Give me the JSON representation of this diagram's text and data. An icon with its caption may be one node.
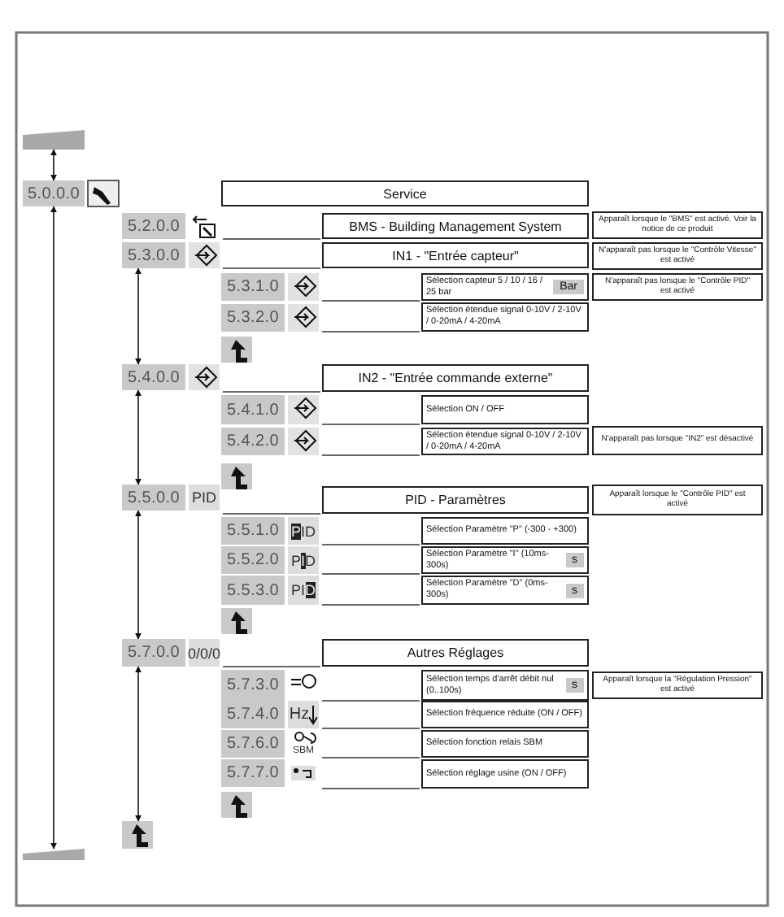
{
  "diagram": {
    "nodes": [
      {
        "text": [],
        "shape": "bar"
      },
      {
        "text": [
          "5.0.0.0"
        ]
      },
      {
        "text": [
          "Service"
        ]
      },
      {
        "text": [
          "5.2.0.0"
        ]
      },
      {
        "text": [
          "BMS - Building Management System"
        ]
      },
      {
        "text": [
          "Apparaît lorsque le \"BMS\" est activé. Voir la notice de ce produit"
        ]
      },
      {
        "text": [
          "5.3.0.0"
        ]
      },
      {
        "text": [
          "IN1 - \"Entrée capteur\""
        ]
      },
      {
        "text": [
          "N'apparaît pas lorsque le \"Contrôle Vitesse\" est activé"
        ]
      },
      {
        "text": [
          "5.3.1.0"
        ]
      },
      {
        "text": [
          "Sélection capteur 5 / 10 / 16 / 25 bar",
          "Bar"
        ]
      },
      {
        "text": [
          "N'apparaît pas lorsque le \"Contrôle PID\" est activé"
        ]
      },
      {
        "text": [
          "5.3.2.0"
        ]
      },
      {
        "text": [
          "Sélection étendue signal 0-10V / 2-10V / 0-20mA / 4-20mA"
        ]
      },
      {
        "text": [
          "5.4.0.0"
        ]
      },
      {
        "text": [
          "IN2 - \"Entrée commande externe\""
        ]
      },
      {
        "text": [
          "5.4.1.0"
        ]
      },
      {
        "text": [
          "Sélection ON / OFF"
        ]
      },
      {
        "text": [
          "5.4.2.0"
        ]
      },
      {
        "text": [
          "Sélection étendue signal 0-10V / 2-10V / 0-20mA / 4-20mA"
        ]
      },
      {
        "text": [
          "N'apparaît pas lorsque \"IN2\" est désactivé"
        ]
      },
      {
        "text": [
          "5.5.0.0"
        ],
        "beside": [
          "PID"
        ]
      },
      {
        "text": [
          "PID - Paramètres"
        ]
      },
      {
        "text": [
          "Apparaît lorsque le \"Contrôle PID\" est activé"
        ]
      },
      {
        "text": [
          "5.5.1.0"
        ],
        "beside": [
          "PID"
        ]
      },
      {
        "text": [
          "Sélection Paramètre \"P\" (-300 - +300)"
        ]
      },
      {
        "text": [
          "5.5.2.0"
        ],
        "beside": [
          "PID"
        ]
      },
      {
        "text": [
          "Sélection Paramètre \"I\" (10ms-300s)",
          "s"
        ]
      },
      {
        "text": [
          "5.5.3.0"
        ],
        "beside": [
          "PID"
        ]
      },
      {
        "text": [
          "Sélection Paramètre \"D\" (0ms-300s)",
          "s"
        ]
      },
      {
        "text": [
          "5.7.0.0"
        ],
        "beside": [
          "0/0/0"
        ]
      },
      {
        "text": [
          "Autres Réglages"
        ]
      },
      {
        "text": [
          "5.7.3.0"
        ]
      },
      {
        "text": [
          "Sélection temps d'arrêt débit nul (0..100s)",
          "s"
        ]
      },
      {
        "text": [
          "Apparaît lorsque la \"Régulation Pression\" est activé"
        ]
      },
      {
        "text": [
          "5.7.4.0"
        ],
        "beside": [
          "Hz"
        ]
      },
      {
        "text": [
          "Sélection fréquence réduite (ON / OFF)"
        ]
      },
      {
        "text": [
          "5.7.6.0"
        ],
        "beside": [
          "SBM"
        ]
      },
      {
        "text": [
          "Sélection fonction relais SBM"
        ]
      },
      {
        "text": [
          "5.7.7.0"
        ]
      },
      {
        "text": [
          "Sélection réglage usine (ON / OFF)"
        ]
      },
      {
        "text": [],
        "shape": "box"
      },
      {
        "text": [],
        "shape": "bar"
      }
    ],
    "edges": [
      {
        "from": 0,
        "to": 1,
        "arrow": "both"
      },
      {
        "from": 1,
        "to": 42,
        "arrow": "both"
      },
      {
        "from": 6,
        "to": 14,
        "arrow": "both"
      },
      {
        "from": 14,
        "to": 21,
        "arrow": "both"
      },
      {
        "from": 21,
        "to": 30,
        "arrow": "both"
      },
      {
        "from": 30,
        "to": 41,
        "arrow": "both"
      }
    ]
  }
}
